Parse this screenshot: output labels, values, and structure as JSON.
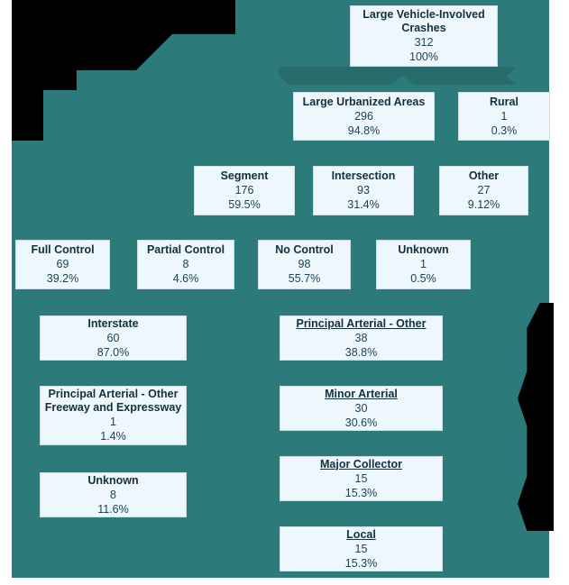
{
  "colors": {
    "background_panel": "#2d7a7a",
    "node_fill": "#eef7fc",
    "node_border": "#cfdfe8",
    "node_text": "#13303f",
    "connector": "#276b6b",
    "mask": "#000000",
    "page": "#ffffff"
  },
  "chart_data": {
    "type": "diagram",
    "diagram_kind": "hierarchical-breakdown-tree",
    "title": "Large Vehicle-Involved Crashes",
    "root_total": 312,
    "levels": [
      {
        "level": 1,
        "name": "total",
        "nodes": [
          {
            "label": "Large Vehicle-Involved\nCrashes",
            "count": "312",
            "percent": "100%"
          }
        ]
      },
      {
        "level": 2,
        "name": "area-type",
        "nodes": [
          {
            "label": "Large Urbanized Areas",
            "count": "296",
            "percent": "94.8%"
          },
          {
            "label": "Rural",
            "count": "1",
            "percent": "0.3%"
          }
        ]
      },
      {
        "level": 3,
        "name": "location-type",
        "nodes": [
          {
            "label": "Segment",
            "count": "176",
            "percent": "59.5%"
          },
          {
            "label": "Intersection",
            "count": "93",
            "percent": "31.4%"
          },
          {
            "label": "Other",
            "count": "27",
            "percent": "9.12%"
          }
        ]
      },
      {
        "level": 4,
        "name": "access-control",
        "nodes": [
          {
            "label": "Full Control",
            "count": "69",
            "percent": "39.2%"
          },
          {
            "label": "Partial Control",
            "count": "8",
            "percent": "4.6%"
          },
          {
            "label": "No Control",
            "count": "98",
            "percent": "55.7%"
          },
          {
            "label": "Unknown",
            "count": "1",
            "percent": "0.5%"
          }
        ]
      },
      {
        "level": 5,
        "name": "functional-class-full-control",
        "nodes": [
          {
            "label": "Interstate",
            "count": "60",
            "percent": "87.0%"
          },
          {
            "label": "Principal Arterial - Other\nFreeway and Expressway",
            "count": "1",
            "percent": "1.4%"
          },
          {
            "label": "Unknown",
            "count": "8",
            "percent": "11.6%"
          }
        ]
      },
      {
        "level": 5,
        "name": "functional-class-no-control",
        "nodes": [
          {
            "label": "Principal Arterial - Other",
            "count": "38",
            "percent": "38.8%"
          },
          {
            "label": "Minor Arterial",
            "count": "30",
            "percent": "30.6%"
          },
          {
            "label": "Major Collector",
            "count": "15",
            "percent": "15.3%"
          },
          {
            "label": "Local",
            "count": "15",
            "percent": "15.3%"
          }
        ]
      }
    ]
  },
  "nodes": {
    "root": {
      "title": "Large Vehicle-Involved\nCrashes",
      "count": "312",
      "percent": "100%"
    },
    "urbanized": {
      "title": "Large Urbanized Areas",
      "count": "296",
      "percent": "94.8%"
    },
    "rural": {
      "title": "Rural",
      "count": "1",
      "percent": "0.3%"
    },
    "segment": {
      "title": "Segment",
      "count": "176",
      "percent": "59.5%"
    },
    "intersection": {
      "title": "Intersection",
      "count": "93",
      "percent": "31.4%"
    },
    "other": {
      "title": "Other",
      "count": "27",
      "percent": "9.12%"
    },
    "full_control": {
      "title": "Full Control",
      "count": "69",
      "percent": "39.2%"
    },
    "partial_control": {
      "title": "Partial Control",
      "count": "8",
      "percent": "4.6%"
    },
    "no_control": {
      "title": "No Control",
      "count": "98",
      "percent": "55.7%"
    },
    "unknown_control": {
      "title": "Unknown",
      "count": "1",
      "percent": "0.5%"
    },
    "interstate": {
      "title": "Interstate",
      "count": "60",
      "percent": "87.0%"
    },
    "pa_freeway": {
      "title": "Principal Arterial - Other\nFreeway and Expressway",
      "count": "1",
      "percent": "1.4%"
    },
    "unknown_fc": {
      "title": "Unknown",
      "count": "8",
      "percent": "11.6%"
    },
    "pa_other": {
      "title": "Principal Arterial - Other",
      "count": "38",
      "percent": "38.8%"
    },
    "minor_arterial": {
      "title": "Minor Arterial",
      "count": "30",
      "percent": "30.6%"
    },
    "major_collector": {
      "title": "Major Collector",
      "count": "15",
      "percent": "15.3%"
    },
    "local": {
      "title": "Local",
      "count": "15",
      "percent": "15.3%"
    }
  }
}
